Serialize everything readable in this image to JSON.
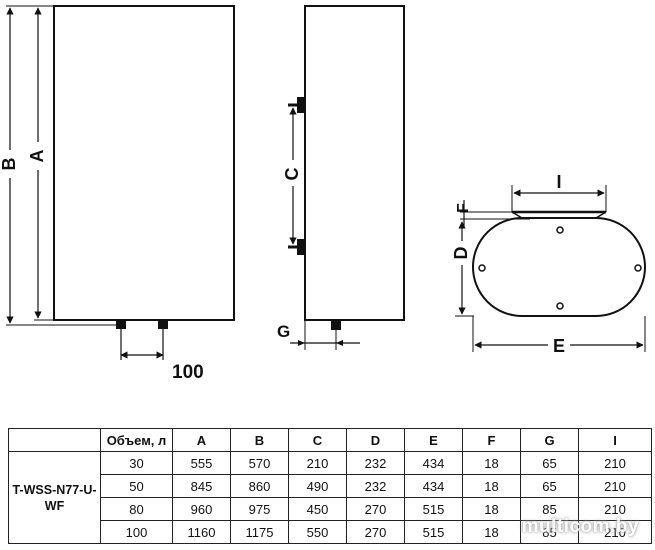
{
  "diagram": {
    "labels": {
      "A": "A",
      "B": "B",
      "C": "C",
      "D": "D",
      "E": "E",
      "F": "F",
      "G": "G",
      "I": "I",
      "spacing": "100"
    }
  },
  "table": {
    "model": "T-WSS-N77-U-WF",
    "columns": [
      "Объем, л",
      "A",
      "B",
      "C",
      "D",
      "E",
      "F",
      "G",
      "I"
    ],
    "rows": [
      [
        "30",
        "555",
        "570",
        "210",
        "232",
        "434",
        "18",
        "65",
        "210"
      ],
      [
        "50",
        "845",
        "860",
        "490",
        "232",
        "434",
        "18",
        "65",
        "210"
      ],
      [
        "80",
        "960",
        "975",
        "450",
        "270",
        "515",
        "18",
        "85",
        "210"
      ],
      [
        "100",
        "1160",
        "1175",
        "550",
        "270",
        "515",
        "18",
        "85",
        "210"
      ]
    ]
  },
  "watermark": "multicom.by"
}
